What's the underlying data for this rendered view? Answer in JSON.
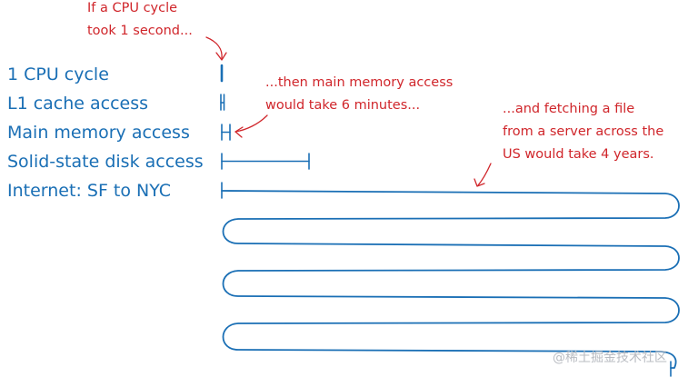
{
  "rows": [
    {
      "label": "1 CPU cycle"
    },
    {
      "label": "L1 cache access"
    },
    {
      "label": "Main memory access"
    },
    {
      "label": "Solid-state disk access"
    },
    {
      "label": "Internet: SF to NYC"
    }
  ],
  "annotations": {
    "cpu": [
      "If a CPU cycle",
      "took 1 second..."
    ],
    "memory": [
      "...then main memory access",
      "would take 6 minutes..."
    ],
    "internet": [
      "...and fetching a file",
      "from a server across the",
      "US would take 4 years."
    ]
  },
  "watermark": "@稀土掘金技术社区",
  "colors": {
    "labels": "#1a6fb5",
    "annotations": "#d0262b",
    "watermark": "#b9bcc2"
  }
}
